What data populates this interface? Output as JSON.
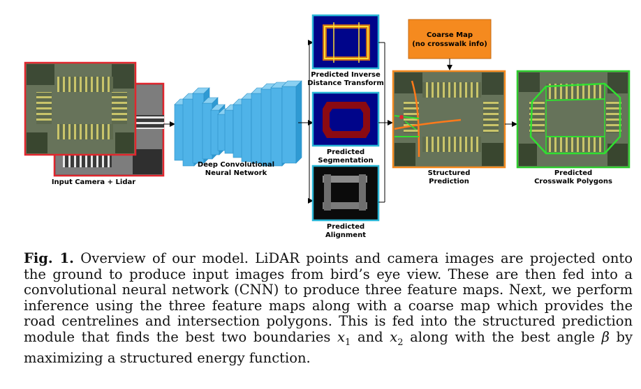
{
  "figure": {
    "labels": {
      "input": "Input Camera + Lidar",
      "cnn_line1": "Deep Convolutional",
      "cnn_line2": "Neural Network",
      "idt_line1": "Predicted Inverse",
      "idt_line2": "Distance Transform",
      "seg_line1": "Predicted",
      "seg_line2": "Segmentation",
      "align_line1": "Predicted",
      "align_line2": "Alignment",
      "coarse_line1": "Coarse Map",
      "coarse_line2": "(no crosswalk info)",
      "structured_line1": "Structured",
      "structured_line2": "Prediction",
      "polygons_line1": "Predicted",
      "polygons_line2": "Crosswalk Polygons"
    },
    "colors": {
      "camera_border": "#e0262e",
      "lidar_border": "#e0262e",
      "output_border": "#29b6d6",
      "coarse_box": "#f58a1f",
      "structured_border": "#f58a1f",
      "polygons_border": "#2ecc2e",
      "cnn_blue": "#4fb3e8"
    }
  },
  "caption": {
    "fig_label": "Fig. 1.",
    "lines": [
      " Overview of our model. LiDAR points and camera images are projected onto",
      "the ground to produce input images from bird’s eye view. These are then fed into a",
      "convolutional neural network (CNN) to produce three feature maps. Next, we perform",
      "inference using the three feature maps along with a coarse map which provides the",
      "road centrelines and intersection polygons. This is fed into the structured prediction",
      "module that finds the best two boundaries ",
      " and ",
      " along with the best angle ",
      " by",
      "maximizing a structured energy function."
    ],
    "math_x": "x",
    "math_sub1": "1",
    "math_sub2": "2",
    "math_beta": "β"
  }
}
